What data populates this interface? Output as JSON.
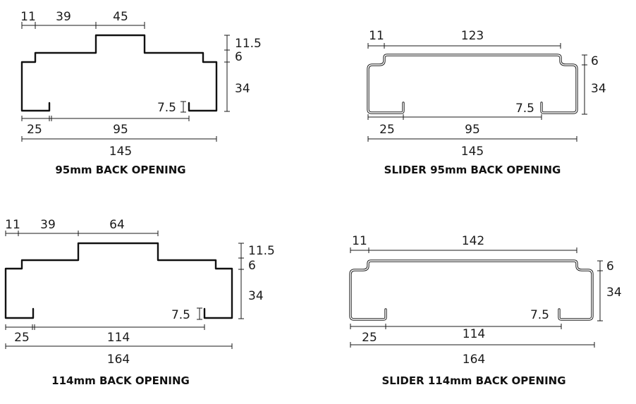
{
  "panels": [
    {
      "caption": "95mm BACK OPENING",
      "dims": {
        "return_top": "11",
        "shoulder": "39",
        "step_width": "45",
        "step_height": "11.5",
        "lip_height": "6",
        "depth": "34",
        "return_leg": "7.5",
        "return_bottom": "25",
        "opening": "95",
        "overall": "145"
      }
    },
    {
      "caption": "SLIDER 95mm BACK OPENING",
      "dims": {
        "return_top": "11",
        "top_width": "123",
        "lip_height": "6",
        "depth": "34",
        "return_leg": "7.5",
        "return_bottom": "25",
        "opening": "95",
        "overall": "145"
      }
    },
    {
      "caption": "114mm BACK OPENING",
      "dims": {
        "return_top": "11",
        "shoulder": "39",
        "step_width": "64",
        "step_height": "11.5",
        "lip_height": "6",
        "depth": "34",
        "return_leg": "7.5",
        "return_bottom": "25",
        "opening": "114",
        "overall": "164"
      }
    },
    {
      "caption": "SLIDER 114mm BACK OPENING",
      "dims": {
        "return_top": "11",
        "top_width": "142",
        "lip_height": "6",
        "depth": "34",
        "return_leg": "7.5",
        "return_bottom": "25",
        "opening": "114",
        "overall": "164"
      }
    }
  ]
}
